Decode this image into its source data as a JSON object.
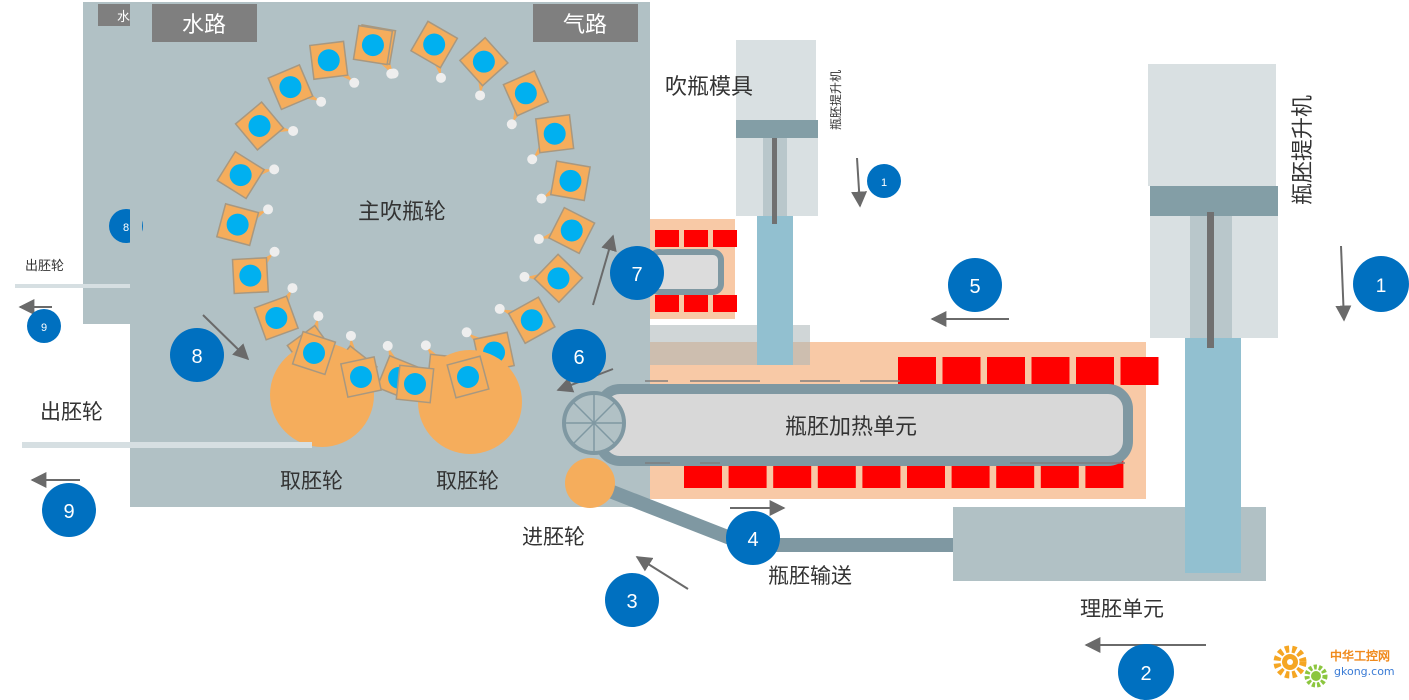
{
  "labels": {
    "water_path": "水路",
    "air_path": "气路",
    "water_small": "水",
    "main_wheel": "主吹瓶轮",
    "blow_mold": "吹瓶模具",
    "preform_lifter_small": "瓶胚提升机",
    "preform_lifter": "瓶胚提升机",
    "heating_unit": "瓶胚加热单元",
    "take_wheel_1": "取胚轮",
    "take_wheel_2": "取胚轮",
    "infeed_wheel": "进胚轮",
    "preform_conveyor": "瓶胚输送",
    "sorting_unit": "理胚单元",
    "outfeed_small": "出胚轮",
    "outfeed": "出胚轮",
    "watermark_cn": "中华工控网",
    "watermark_url": "gkong.com"
  },
  "steps": {
    "s1_small": "1",
    "s1": "1",
    "s2": "2",
    "s3": "3",
    "s4": "4",
    "s5": "5",
    "s6": "6",
    "s7": "7",
    "s8_small": "8",
    "s8": "8",
    "s9_small": "9",
    "s9": "9"
  },
  "colors": {
    "main_area": "#b1c1c5",
    "orange": "#f5ad5c",
    "cyan": "#00b0f0",
    "red": "#ff0000",
    "peach": "#f8c9a6",
    "step_blue": "#0070c0",
    "dark_label": "#7f7f7f",
    "conveyor": "#7f98a2"
  },
  "icons": [
    "arrow-icon",
    "starwheel-icon",
    "gear-icon"
  ]
}
